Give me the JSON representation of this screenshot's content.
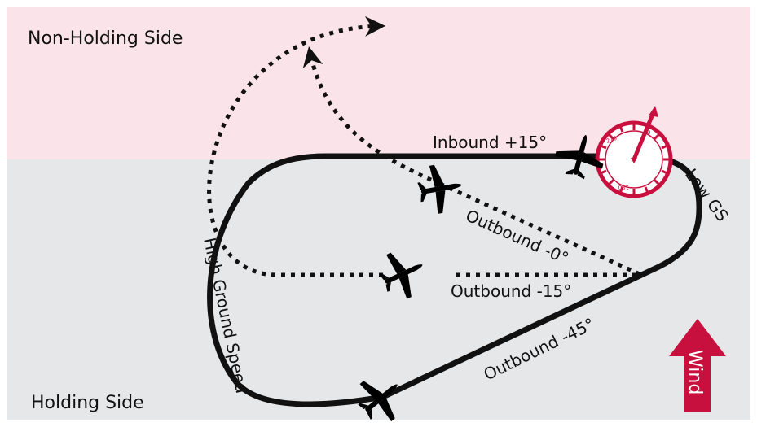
{
  "regions": {
    "non_holding_label": "Non-Holding Side",
    "holding_label": "Holding Side",
    "non_holding_color": "#fbe4e9",
    "holding_color": "#e6e7e9"
  },
  "labels": {
    "inbound": "Inbound +15°",
    "outbound_0": "Outbound -0°",
    "outbound_15": "Outbound -15°",
    "outbound_45": "Outbound -45°",
    "low_gs": "Low GS",
    "high_gs": "High Ground Speed"
  },
  "wind": {
    "label": "Wind",
    "color": "#c8103e"
  },
  "compass": {
    "color": "#c8103e",
    "heading_labels": [
      "270",
      "0",
      "180"
    ]
  },
  "icons": [
    "airplane-icon",
    "compass-rose-icon",
    "wind-arrow-icon"
  ]
}
